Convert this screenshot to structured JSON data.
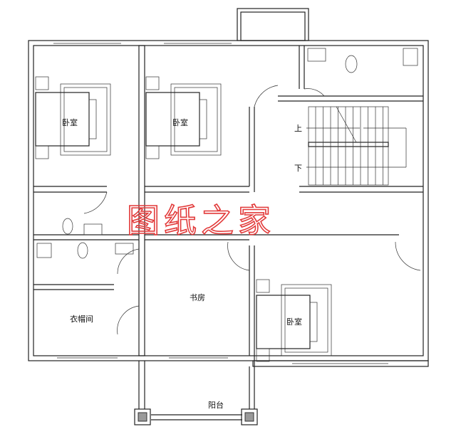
{
  "rooms": {
    "bedroom_1": "卧室",
    "bedroom_2": "卧室",
    "bedroom_3": "卧室",
    "cloakroom": "衣帽间",
    "study": "书房",
    "balcony": "阳台"
  },
  "stairs": {
    "up": "上",
    "down": "下"
  },
  "watermark": "图纸之家",
  "colors": {
    "walls": "#222222",
    "watermark": "#e23a3a"
  }
}
